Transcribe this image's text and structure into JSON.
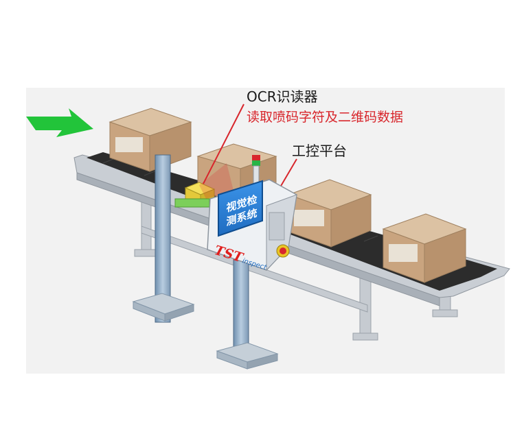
{
  "labels": {
    "ocr_reader": "OCR识读器",
    "ocr_description": "读取喷码字符及二维码数据",
    "industrial_pc": "工控平台"
  },
  "screen": {
    "line1": "视觉检",
    "line2": "测系统"
  },
  "logo": {
    "letters": "TST",
    "suffix": "inspect"
  },
  "colors": {
    "highlight_red": "#d8262c",
    "arrow_green": "#22c43a",
    "screen_blue": "#2a7fd6",
    "background_panel": "#f2f2f2",
    "belt": "#2c2c2c",
    "frame": "#b9bec5",
    "box": "#caa783"
  },
  "icons": [
    "flow-direction-arrow",
    "signal-light-icon",
    "emergency-stop-icon"
  ]
}
